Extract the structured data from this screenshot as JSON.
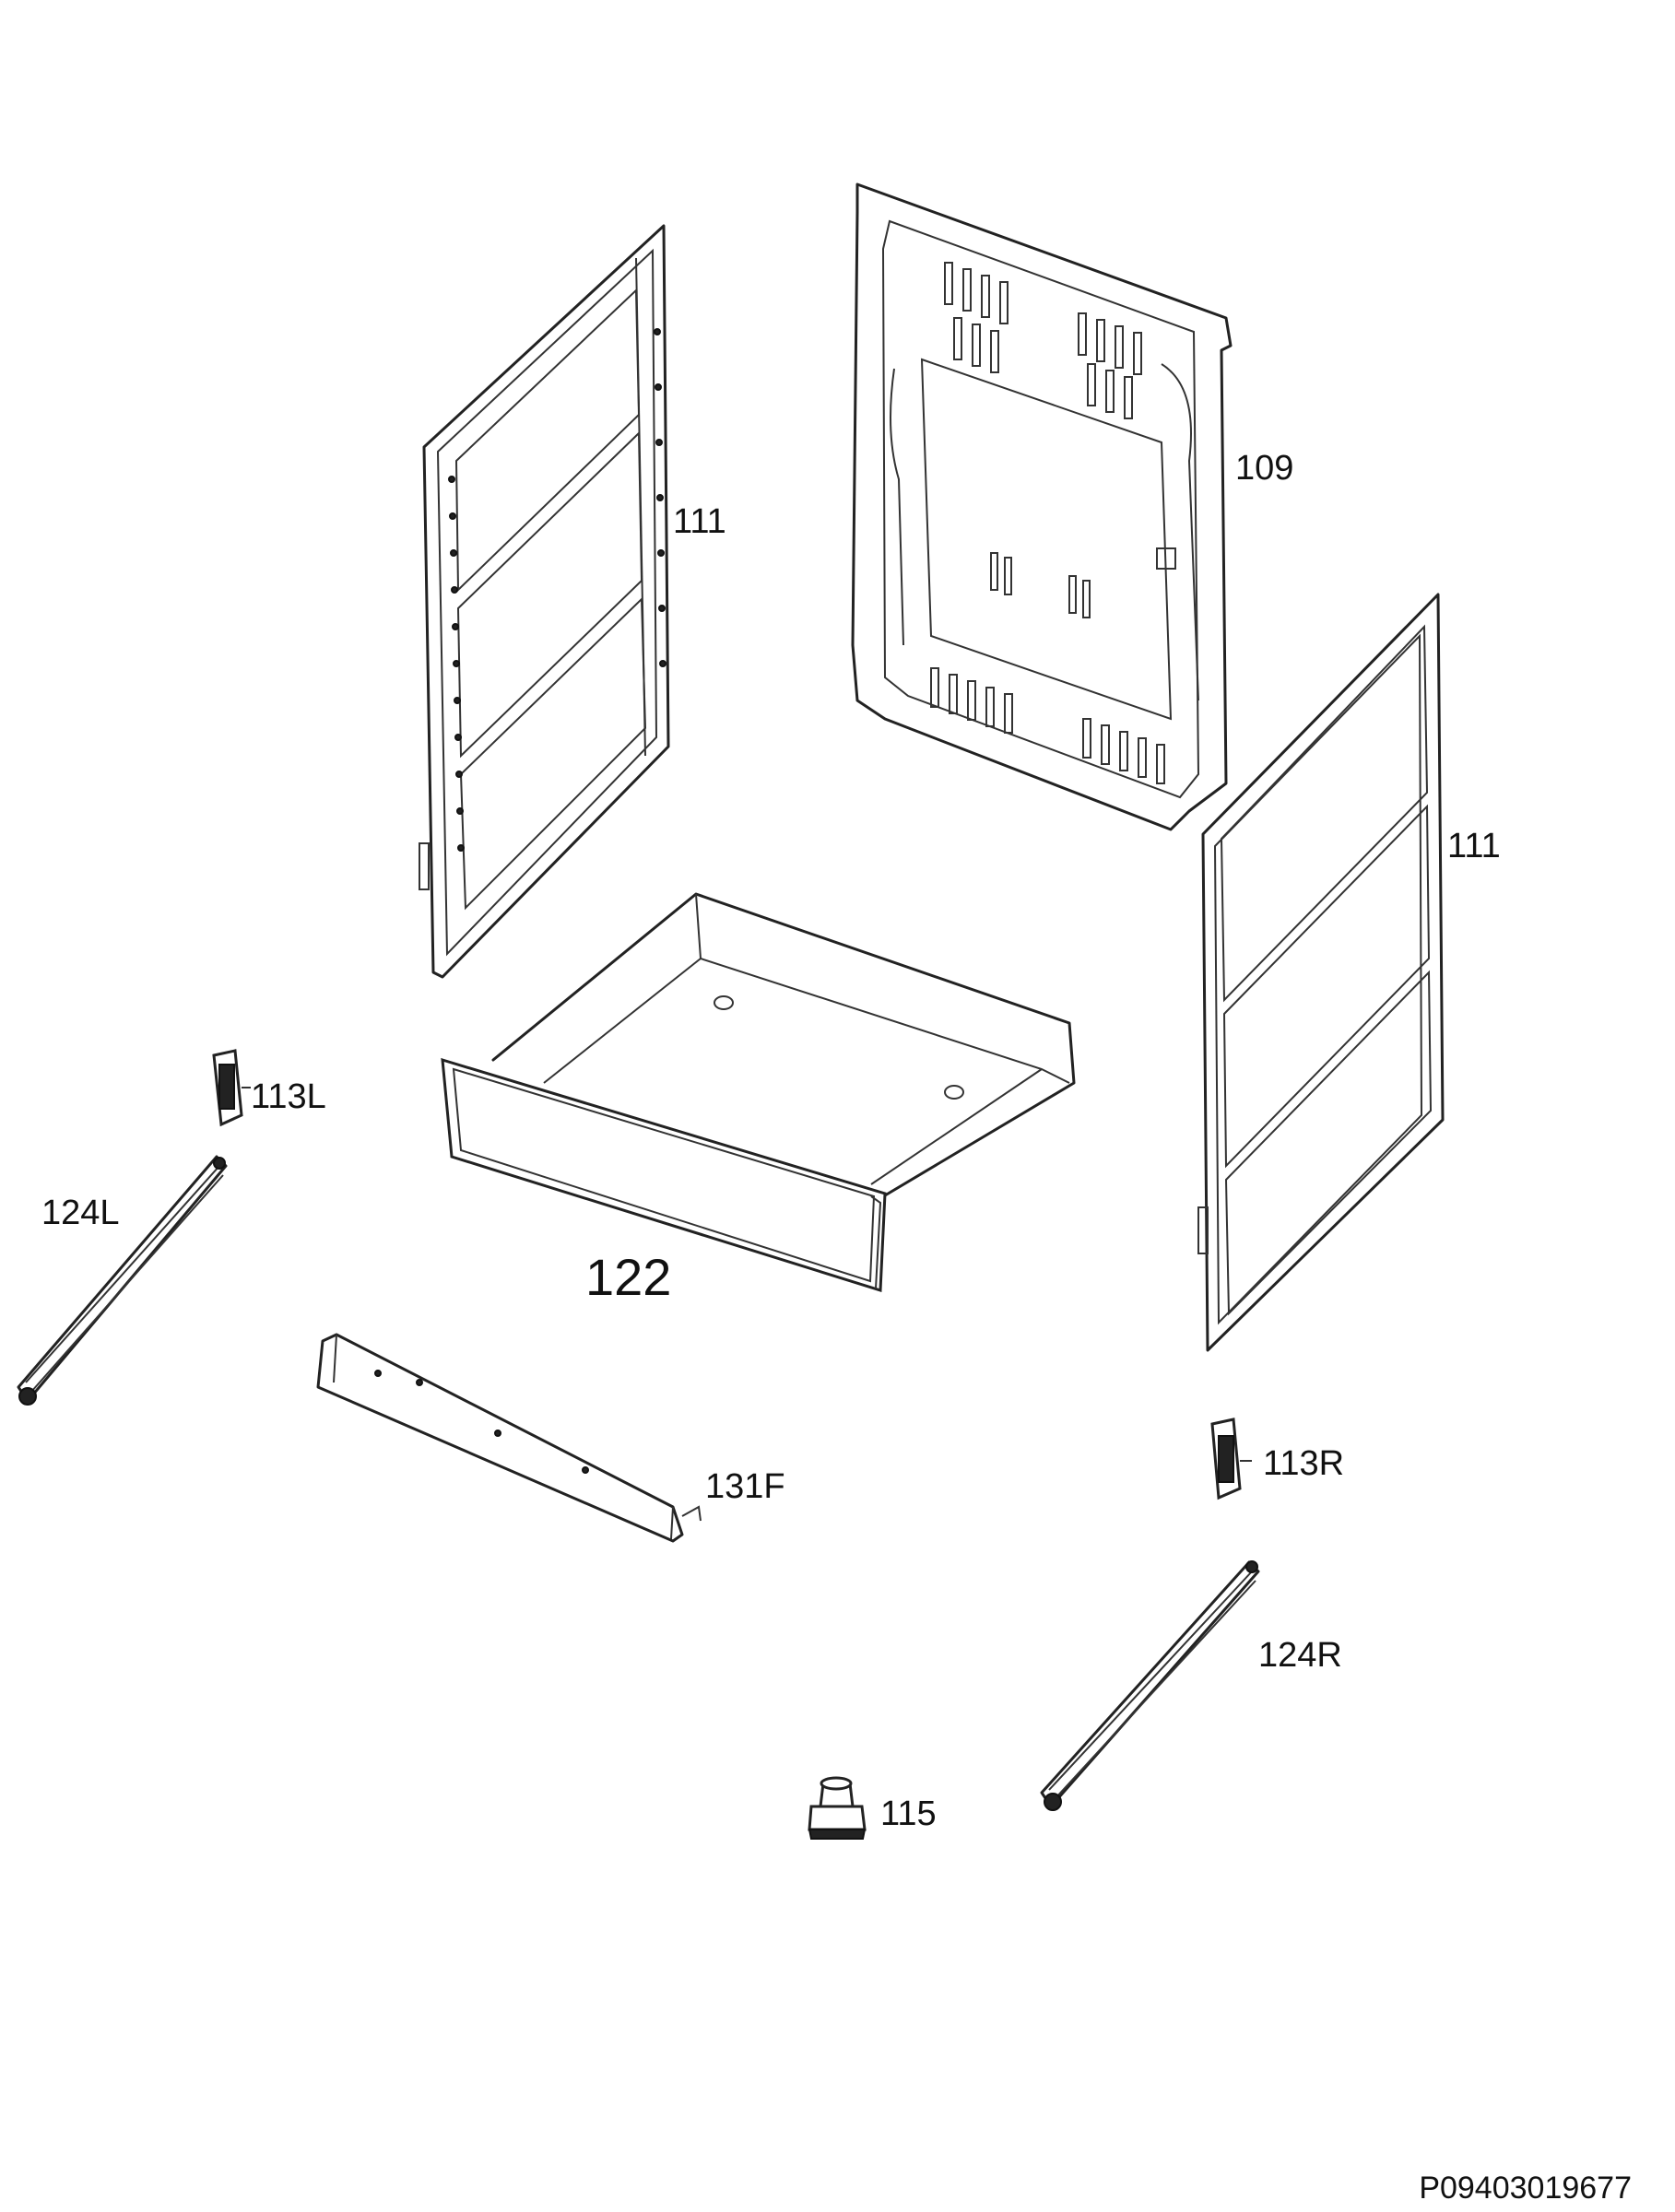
{
  "diagram": {
    "drawing_code": "P09403019677",
    "parts": [
      {
        "id": "109",
        "label": "109"
      },
      {
        "id": "111a",
        "label": "111"
      },
      {
        "id": "111b",
        "label": "111"
      },
      {
        "id": "113L",
        "label": "113L"
      },
      {
        "id": "113R",
        "label": "113R"
      },
      {
        "id": "115",
        "label": "115"
      },
      {
        "id": "122",
        "label": "122"
      },
      {
        "id": "124L",
        "label": "124L"
      },
      {
        "id": "124R",
        "label": "124R"
      },
      {
        "id": "131F",
        "label": "131F"
      }
    ]
  }
}
